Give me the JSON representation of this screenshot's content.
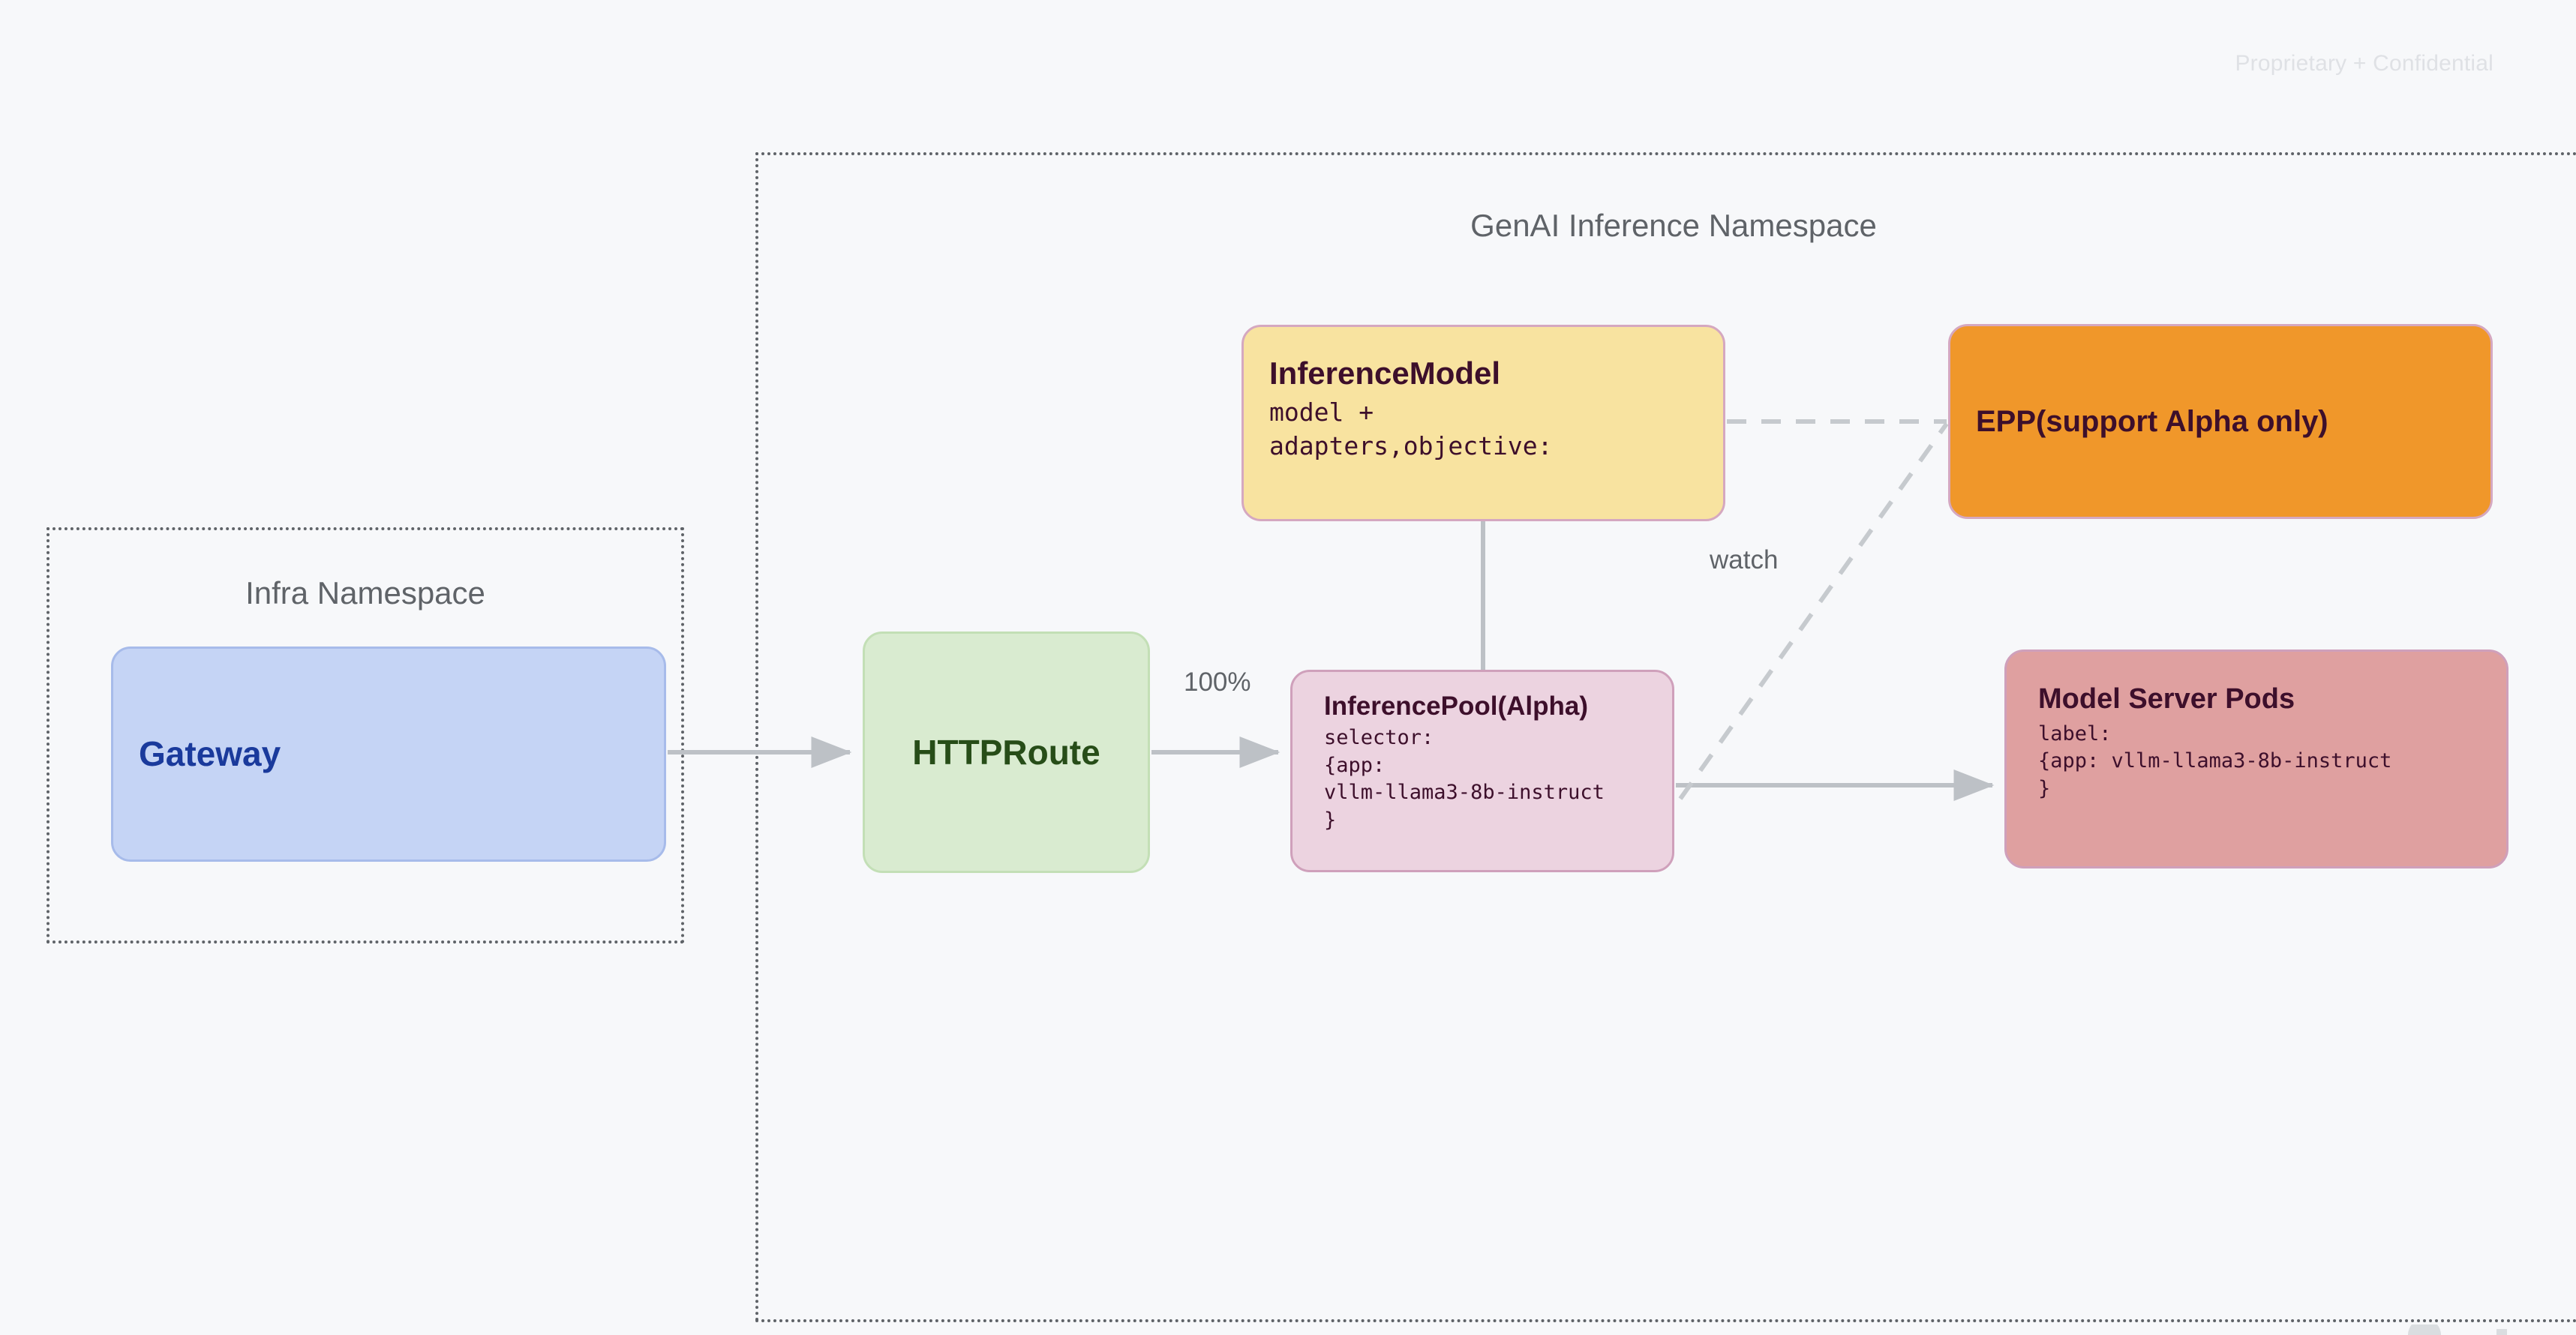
{
  "page": {
    "background_color": "#f7f8fa",
    "confidential_notice": "Proprietary + Confidential"
  },
  "namespaces": [
    {
      "id": "infra",
      "title": "Infra Namespace",
      "border_style": "dotted",
      "border_color": "#5f6368"
    },
    {
      "id": "genai",
      "title": "GenAI Inference Namespace",
      "border_style": "dotted",
      "border_color": "#5f6368"
    }
  ],
  "nodes": {
    "gateway": {
      "title": "Gateway",
      "body": "",
      "fill": "#c5d4f5",
      "border": "#a7bbea",
      "text_color": "#1a3a9c"
    },
    "httproute": {
      "title": "HTTPRoute",
      "body": "",
      "fill": "#d9ebd0",
      "border": "#c3dfb6",
      "text_color": "#274d18"
    },
    "inferencemodel": {
      "title": "InferenceModel",
      "body": "model +\nadapters,objective:",
      "fill": "#f8e3a0",
      "border": "#d5a8c0",
      "text_color": "#3d0f2b"
    },
    "epp": {
      "title": "EPP(support Alpha only)",
      "body": "",
      "fill": "#f0972a",
      "border": "#d5a8c0",
      "text_color": "#3d0f2b"
    },
    "inferencepool": {
      "title": "InferencePool(Alpha)",
      "body": "selector:\n{app:\nvllm-llama3-8b-instruct\n}",
      "fill": "#ecd3e0",
      "border": "#cfa0bb",
      "text_color": "#3d0f2b"
    },
    "modelserverpods": {
      "title": "Model Server Pods",
      "body": "label:\n{app: vllm-llama3-8b-instruct\n}",
      "fill": "#dfa0a0",
      "border": "#cfa0bb",
      "text_color": "#3d0f2b"
    }
  },
  "edges": [
    {
      "id": "gateway-to-httproute",
      "from": "gateway",
      "to": "httproute",
      "label": "",
      "style": "solid",
      "arrow": true,
      "color": "#bdc1c6"
    },
    {
      "id": "httproute-to-inferencepool",
      "from": "httproute",
      "to": "inferencepool",
      "label": "100%",
      "style": "solid",
      "arrow": true,
      "color": "#bdc1c6"
    },
    {
      "id": "inferencemodel-to-inferencepool",
      "from": "inferencemodel",
      "to": "inferencepool",
      "label": "",
      "style": "solid",
      "arrow": false,
      "color": "#bdc1c6"
    },
    {
      "id": "inferencepool-to-modelserverpods",
      "from": "inferencepool",
      "to": "modelserverpods",
      "label": "",
      "style": "solid",
      "arrow": true,
      "color": "#bdc1c6"
    },
    {
      "id": "inferencemodel-to-epp",
      "from": "inferencemodel",
      "to": "epp",
      "label": "",
      "style": "dashed",
      "arrow": false,
      "color": "#c6cace"
    },
    {
      "id": "inferencepool-to-epp",
      "from": "inferencepool",
      "to": "epp",
      "label": "watch",
      "style": "dashed",
      "arrow": false,
      "color": "#c6cace"
    }
  ],
  "labels": {
    "percent_100": "100%",
    "watch": "watch"
  }
}
